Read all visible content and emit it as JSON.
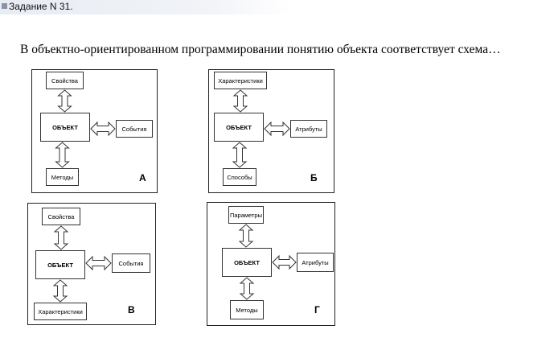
{
  "header": {
    "title": "Задание N 31."
  },
  "question": {
    "text": "В объектно-ориентированном программировании понятию объекта соответствует схема…"
  },
  "diagrams": [
    {
      "letter": "А",
      "main": "ОБЪЕКТ",
      "top": "Свойства",
      "right": "События",
      "bottom": "Методы"
    },
    {
      "letter": "Б",
      "main": "ОБЪЕКТ",
      "top": "Характеристики",
      "right": "Атрибуты",
      "bottom": "Способы"
    },
    {
      "letter": "В",
      "main": "ОБЪЕКТ",
      "top": "Свойства",
      "right": "События",
      "bottom": "Характеристики"
    },
    {
      "letter": "Г",
      "main": "ОБЪЕКТ",
      "top": "Параметры",
      "right": "Атрибуты",
      "bottom": "Методы"
    }
  ]
}
